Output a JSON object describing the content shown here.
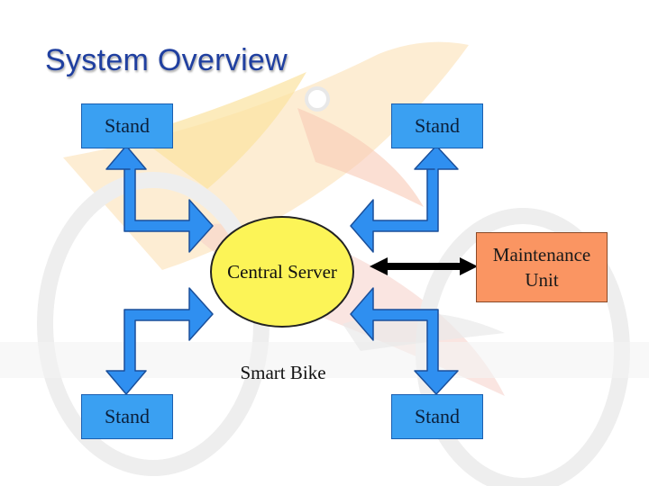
{
  "title": "System Overview",
  "nodes": {
    "stand_top_left": "Stand",
    "stand_top_right": "Stand",
    "stand_bottom_left": "Stand",
    "stand_bottom_right": "Stand",
    "central_server": "Central Server",
    "maintenance_unit": "Maintenance\nUnit",
    "smart_bike": "Smart Bike"
  },
  "colors": {
    "title": "#1f3fa0",
    "stand_fill": "#3aa0f2",
    "server_fill": "#fcf457",
    "maintenance_fill": "#fa9562",
    "arrow_fill": "#2f8ff0",
    "link_arrow": "#000000"
  }
}
